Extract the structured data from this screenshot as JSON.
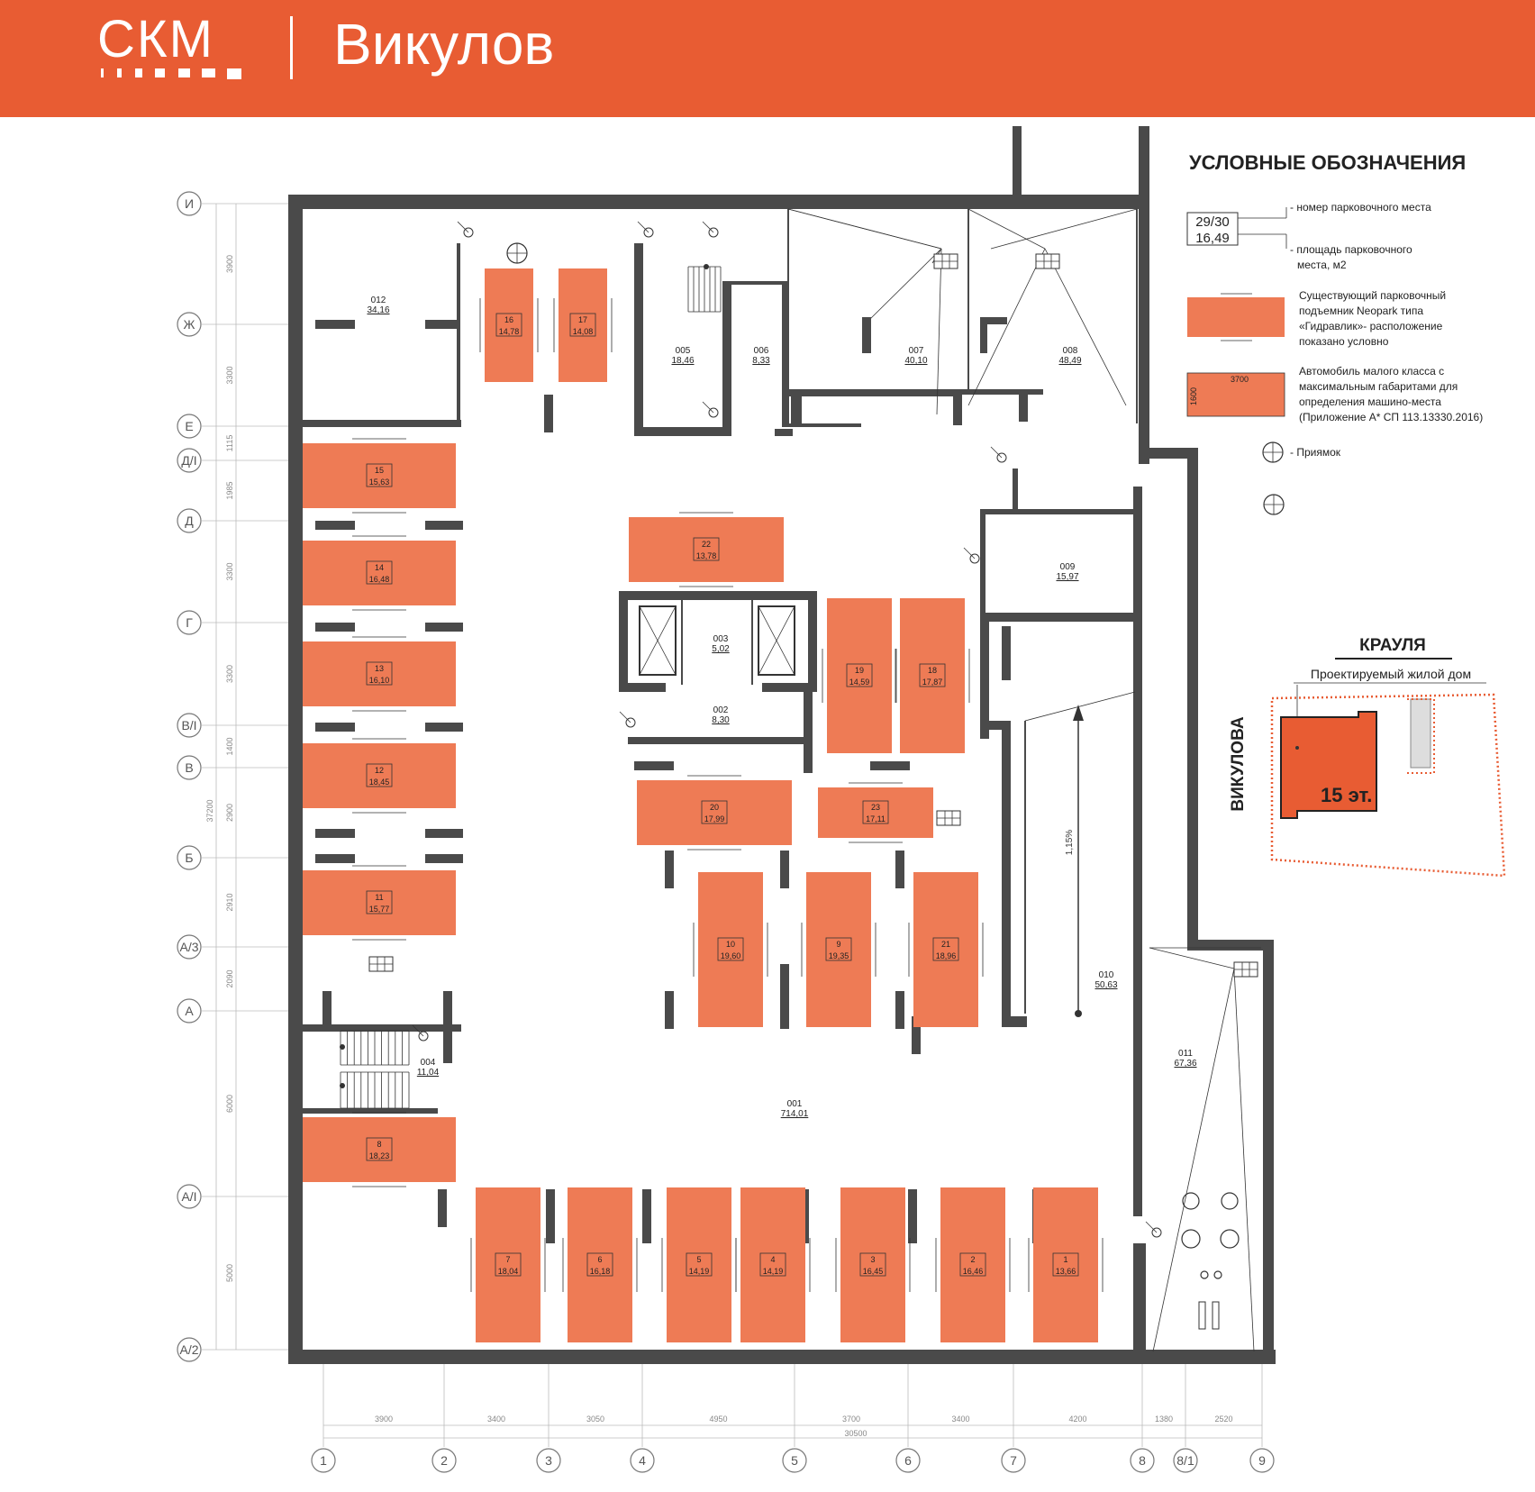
{
  "header": {
    "logo": "СКМ",
    "project": "Викулов"
  },
  "legend": {
    "title": "УСЛОВНЫЕ ОБОЗНАЧЕНИЯ",
    "sample_number": "29/30",
    "sample_area": "16,49",
    "number_desc": "- номер парковочного места",
    "area_desc_1": "- площадь парковочного",
    "area_desc_2": "места, м2",
    "lift_desc": [
      "Существующий парковочный",
      "подъемник Neopark типа",
      "«Гидравлик»- расположение",
      "показано условно"
    ],
    "car_len": "3700",
    "car_wid": "1600",
    "car_desc": [
      "Автомобиль малого класса с",
      "максимальным габаритами для",
      "определения машино-места",
      "(Приложение А* СП 113.13330.2016)"
    ],
    "pit_desc": "- Приямок"
  },
  "location": {
    "street_top": "КРАУЛЯ",
    "building_label": "Проектируемый жилой дом",
    "street_left": "ВИКУЛОВА",
    "floors": "15 эт."
  },
  "rows": [
    {
      "id": "И",
      "v": "3900"
    },
    {
      "id": "Ж",
      "v": "3300"
    },
    {
      "id": "Е",
      "v": "1115"
    },
    {
      "id": "Д/І",
      "v": "1985"
    },
    {
      "id": "Д",
      "v": "3300"
    },
    {
      "id": "Г",
      "v": "3300"
    },
    {
      "id": "В/І",
      "v": "1400"
    },
    {
      "id": "В",
      "v": "2900"
    },
    {
      "id": "Б",
      "v": "2910"
    },
    {
      "id": "А/3",
      "v": "2090"
    },
    {
      "id": "А",
      "v": "6000"
    },
    {
      "id": "А/І",
      "v": "5000"
    },
    {
      "id": "А/2",
      "v": ""
    }
  ],
  "row_total": "37200",
  "cols": [
    {
      "id": "1",
      "v": "3900"
    },
    {
      "id": "2",
      "v": "3400"
    },
    {
      "id": "3",
      "v": "3050"
    },
    {
      "id": "4",
      "v": "4950"
    },
    {
      "id": "5",
      "v": "3700"
    },
    {
      "id": "6",
      "v": "3400"
    },
    {
      "id": "7",
      "v": "4200"
    },
    {
      "id": "8",
      "v": "1380"
    },
    {
      "id": "8/1",
      "v": "2520"
    },
    {
      "id": "9",
      "v": ""
    }
  ],
  "col_total": "30500",
  "parking": [
    {
      "n": "16",
      "a": "14,78"
    },
    {
      "n": "17",
      "a": "14,08"
    },
    {
      "n": "15",
      "a": "15,63"
    },
    {
      "n": "14",
      "a": "16,48"
    },
    {
      "n": "13",
      "a": "16,10"
    },
    {
      "n": "12",
      "a": "18,45"
    },
    {
      "n": "11",
      "a": "15,77"
    },
    {
      "n": "8",
      "a": "18,23"
    },
    {
      "n": "22",
      "a": "13,78"
    },
    {
      "n": "19",
      "a": "14,59"
    },
    {
      "n": "18",
      "a": "17,87"
    },
    {
      "n": "20",
      "a": "17,99"
    },
    {
      "n": "23",
      "a": "17,11"
    },
    {
      "n": "10",
      "a": "19,60"
    },
    {
      "n": "9",
      "a": "19,35"
    },
    {
      "n": "21",
      "a": "18,96"
    },
    {
      "n": "7",
      "a": "18,04"
    },
    {
      "n": "6",
      "a": "16,18"
    },
    {
      "n": "5",
      "a": "14,19"
    },
    {
      "n": "4",
      "a": "14,19"
    },
    {
      "n": "3",
      "a": "16,45"
    },
    {
      "n": "2",
      "a": "16,46"
    },
    {
      "n": "1",
      "a": "13,66"
    }
  ],
  "rooms": [
    {
      "n": "012",
      "a": "34,16"
    },
    {
      "n": "005",
      "a": "18,46"
    },
    {
      "n": "006",
      "a": "8,33"
    },
    {
      "n": "007",
      "a": "40,10"
    },
    {
      "n": "008",
      "a": "48,49"
    },
    {
      "n": "009",
      "a": "15,97"
    },
    {
      "n": "003",
      "a": "5,02"
    },
    {
      "n": "002",
      "a": "8,30"
    },
    {
      "n": "004",
      "a": "11,04"
    },
    {
      "n": "001",
      "a": "714,01"
    },
    {
      "n": "010",
      "a": "50,63"
    },
    {
      "n": "011",
      "a": "67,36"
    }
  ],
  "slope": "1,15%",
  "colors": {
    "brand": "#e85c33",
    "spot": "#ee7b55",
    "wall": "#4a4a4a"
  }
}
